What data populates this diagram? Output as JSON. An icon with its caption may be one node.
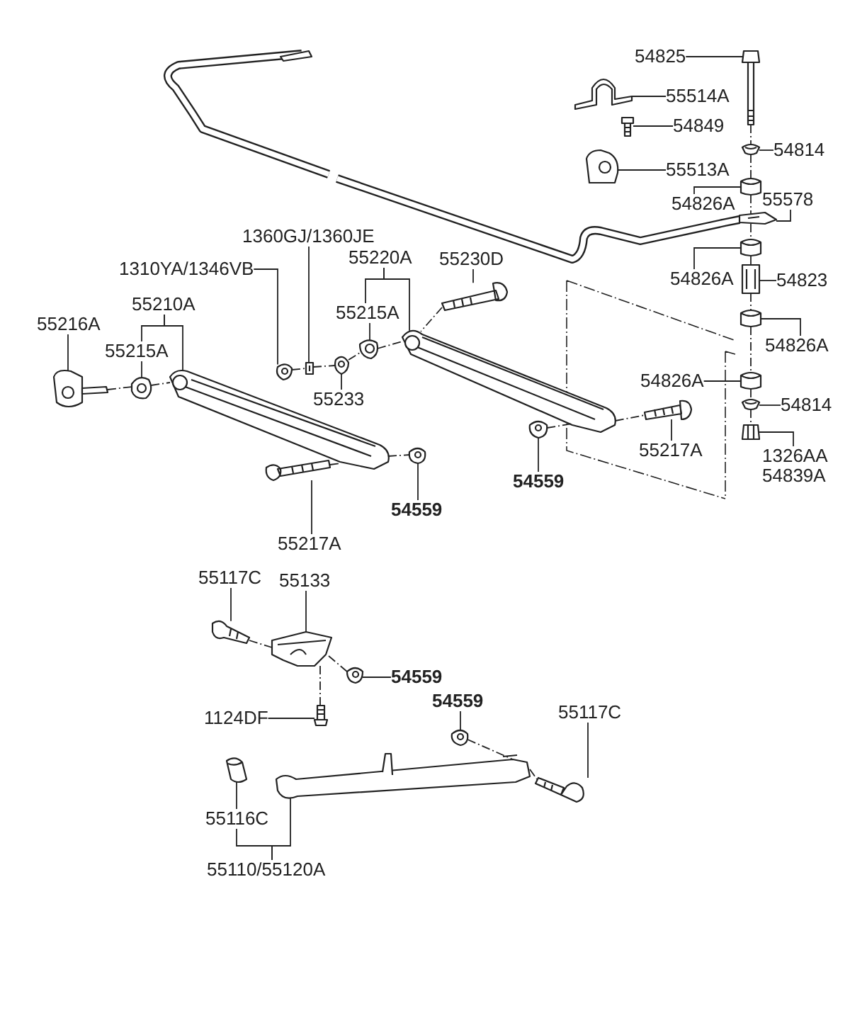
{
  "diagram": {
    "nodes": [
      {
        "text": [
          "54825"
        ]
      },
      {
        "text": [
          "55514A"
        ]
      },
      {
        "text": [
          "54849"
        ]
      },
      {
        "text": [
          "54814"
        ]
      },
      {
        "text": [
          "55513A"
        ]
      },
      {
        "text": [
          "54826A"
        ]
      },
      {
        "text": [
          "55578"
        ]
      },
      {
        "text": [
          "54826A"
        ]
      },
      {
        "text": [
          "54823"
        ]
      },
      {
        "text": [
          "54826A"
        ]
      },
      {
        "text": [
          "1360GJ/1360JE"
        ]
      },
      {
        "text": [
          "1310YA/1346VB"
        ]
      },
      {
        "text": [
          "55220A"
        ]
      },
      {
        "text": [
          "55230D"
        ]
      },
      {
        "text": [
          "55216A"
        ]
      },
      {
        "text": [
          "55210A"
        ]
      },
      {
        "text": [
          "55215A"
        ]
      },
      {
        "text": [
          "55215A"
        ]
      },
      {
        "text": [
          "55233"
        ]
      },
      {
        "text": [
          "54559"
        ]
      },
      {
        "text": [
          "55217A"
        ]
      },
      {
        "text": [
          "54559"
        ]
      },
      {
        "text": [
          "55217A"
        ]
      },
      {
        "text": [
          "54826A"
        ]
      },
      {
        "text": [
          "54814"
        ]
      },
      {
        "text": [
          "1326AA",
          "54839A"
        ]
      },
      {
        "text": [
          "55117C"
        ]
      },
      {
        "text": [
          "55133"
        ]
      },
      {
        "text": [
          "54559"
        ]
      },
      {
        "text": [
          "1124DF"
        ]
      },
      {
        "text": [
          "54559"
        ]
      },
      {
        "text": [
          "55117C"
        ]
      },
      {
        "text": [
          "55116C"
        ]
      },
      {
        "text": [
          "55110/55120A"
        ]
      },
      {
        "text": [],
        "shape": "picture"
      },
      {
        "text": [],
        "shape": "picture"
      },
      {
        "text": [],
        "shape": "picture"
      },
      {
        "text": [],
        "shape": "picture"
      },
      {
        "text": [],
        "shape": "picture"
      },
      {
        "text": [],
        "shape": "picture"
      },
      {
        "text": [],
        "shape": "picture"
      },
      {
        "text": [],
        "shape": "picture"
      },
      {
        "text": [],
        "shape": "picture"
      },
      {
        "text": [],
        "shape": "picture"
      },
      {
        "text": [],
        "shape": "picture"
      },
      {
        "text": [],
        "shape": "picture"
      },
      {
        "text": [],
        "shape": "picture"
      },
      {
        "text": [],
        "shape": "picture"
      },
      {
        "text": [],
        "shape": "picture"
      },
      {
        "text": [],
        "shape": "picture"
      },
      {
        "text": [],
        "shape": "picture"
      },
      {
        "text": [],
        "shape": "picture"
      },
      {
        "text": [],
        "shape": "picture"
      },
      {
        "text": [],
        "shape": "picture"
      },
      {
        "text": [],
        "shape": "picture"
      },
      {
        "text": [],
        "shape": "picture"
      },
      {
        "text": [],
        "shape": "picture"
      },
      {
        "text": [],
        "shape": "picture"
      },
      {
        "text": [],
        "shape": "picture"
      },
      {
        "text": [],
        "shape": "picture"
      },
      {
        "text": [],
        "shape": "picture"
      },
      {
        "text": [],
        "shape": "picture"
      },
      {
        "text": [],
        "shape": "picture"
      },
      {
        "text": [],
        "shape": "picture"
      },
      {
        "text": [],
        "shape": "picture"
      },
      {
        "text": [],
        "shape": "picture"
      },
      {
        "text": [],
        "shape": "picture"
      },
      {
        "text": [],
        "shape": "picture"
      }
    ],
    "edges": [
      {
        "from": 0,
        "to": 34,
        "arrow": "none"
      },
      {
        "from": 1,
        "to": 35,
        "arrow": "none"
      },
      {
        "from": 2,
        "to": 36,
        "arrow": "none"
      },
      {
        "from": 3,
        "to": 37,
        "arrow": "none"
      },
      {
        "from": 4,
        "to": 38,
        "arrow": "none"
      },
      {
        "from": 5,
        "to": 39,
        "arrow": "none"
      },
      {
        "from": 6,
        "to": 40,
        "arrow": "none"
      },
      {
        "from": 7,
        "to": 41,
        "arrow": "none"
      },
      {
        "from": 8,
        "to": 42,
        "arrow": "none"
      },
      {
        "from": 9,
        "to": 43,
        "arrow": "none"
      },
      {
        "from": 10,
        "to": 44,
        "arrow": "none"
      },
      {
        "from": 11,
        "to": 45,
        "arrow": "none"
      },
      {
        "from": 12,
        "to": 17,
        "arrow": "none"
      },
      {
        "from": 12,
        "to": 46,
        "arrow": "none"
      },
      {
        "from": 13,
        "to": 47,
        "arrow": "none"
      },
      {
        "from": 14,
        "to": 48,
        "arrow": "none"
      },
      {
        "from": 15,
        "to": 16,
        "arrow": "none"
      },
      {
        "from": 15,
        "to": 49,
        "arrow": "none"
      },
      {
        "from": 16,
        "to": 50,
        "arrow": "none"
      },
      {
        "from": 17,
        "to": 51,
        "arrow": "none"
      },
      {
        "from": 18,
        "to": 52,
        "arrow": "none"
      },
      {
        "from": 19,
        "to": 53,
        "arrow": "none"
      },
      {
        "from": 20,
        "to": 54,
        "arrow": "none"
      },
      {
        "from": 21,
        "to": 55,
        "arrow": "none"
      },
      {
        "from": 22,
        "to": 56,
        "arrow": "none"
      },
      {
        "from": 23,
        "to": 57,
        "arrow": "none"
      },
      {
        "from": 24,
        "to": 58,
        "arrow": "none"
      },
      {
        "from": 25,
        "to": 59,
        "arrow": "none"
      },
      {
        "from": 26,
        "to": 60,
        "arrow": "none"
      },
      {
        "from": 27,
        "to": 61,
        "arrow": "none"
      },
      {
        "from": 28,
        "to": 62,
        "arrow": "none"
      },
      {
        "from": 29,
        "to": 63,
        "arrow": "none"
      },
      {
        "from": 30,
        "to": 64,
        "arrow": "none"
      },
      {
        "from": 31,
        "to": 65,
        "arrow": "none"
      },
      {
        "from": 32,
        "to": 66,
        "arrow": "none"
      },
      {
        "from": 33,
        "to": 32,
        "arrow": "none"
      },
      {
        "from": 33,
        "to": 67,
        "arrow": "none"
      },
      {
        "from": 34,
        "to": 37,
        "arrow": "none",
        "style": "dashed"
      },
      {
        "from": 37,
        "to": 39,
        "arrow": "none",
        "style": "dashed"
      },
      {
        "from": 39,
        "to": 40,
        "arrow": "none",
        "style": "dashed"
      },
      {
        "from": 40,
        "to": 41,
        "arrow": "none",
        "style": "dashed"
      },
      {
        "from": 41,
        "to": 42,
        "arrow": "none",
        "style": "dashed"
      },
      {
        "from": 42,
        "to": 43,
        "arrow": "none",
        "style": "dashed"
      },
      {
        "from": 43,
        "to": 57,
        "arrow": "none",
        "style": "dashed"
      },
      {
        "from": 57,
        "to": 58,
        "arrow": "none",
        "style": "dashed"
      },
      {
        "from": 58,
        "to": 59,
        "arrow": "none",
        "style": "dashed"
      },
      {
        "from": 48,
        "to": 50,
        "arrow": "none",
        "style": "dashed"
      },
      {
        "from": 50,
        "to": 49,
        "arrow": "none",
        "style": "dashed"
      },
      {
        "from": 45,
        "to": 44,
        "arrow": "none",
        "style": "dashed"
      },
      {
        "from": 44,
        "to": 52,
        "arrow": "none",
        "style": "dashed"
      },
      {
        "from": 52,
        "to": 51,
        "arrow": "none",
        "style": "dashed"
      },
      {
        "from": 51,
        "to": 46,
        "arrow": "none",
        "style": "dashed"
      },
      {
        "from": 47,
        "to": 46,
        "arrow": "none",
        "style": "dashed"
      },
      {
        "from": 49,
        "to": 53,
        "arrow": "none",
        "style": "dashed"
      },
      {
        "from": 55,
        "to": 46,
        "arrow": "none",
        "style": "dashed"
      },
      {
        "from": 46,
        "to": 56,
        "arrow": "none",
        "style": "dashed"
      },
      {
        "from": 60,
        "to": 61,
        "arrow": "none",
        "style": "dashed"
      },
      {
        "from": 61,
        "to": 62,
        "arrow": "none",
        "style": "dashed"
      },
      {
        "from": 61,
        "to": 63,
        "arrow": "none",
        "style": "dashed"
      },
      {
        "from": 64,
        "to": 67,
        "arrow": "none",
        "style": "dashed"
      },
      {
        "from": 67,
        "to": 65,
        "arrow": "none",
        "style": "dashed"
      },
      {
        "from": 54,
        "to": 49,
        "arrow": "none",
        "style": "dashed"
      }
    ]
  }
}
